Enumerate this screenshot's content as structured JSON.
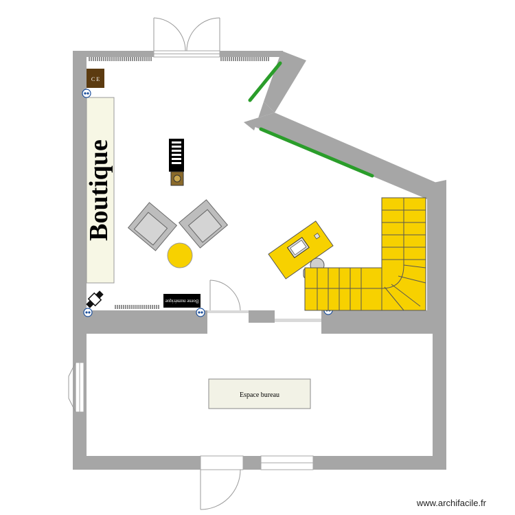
{
  "plan": {
    "boutique_label": "Boutique",
    "ce_label": "C E",
    "bureau_label": "Espace bureau",
    "sign_label": "Borne numérique",
    "watermark": "www.archifacile.fr"
  },
  "colors": {
    "wall": "#a6a6a6",
    "yellow": "#f7d100",
    "green": "#2a9d2a",
    "cream": "#f7f7e5",
    "bureau_fill": "#f2f2e6",
    "brown": "#5c3b10",
    "chair": "#bdbdbd"
  }
}
